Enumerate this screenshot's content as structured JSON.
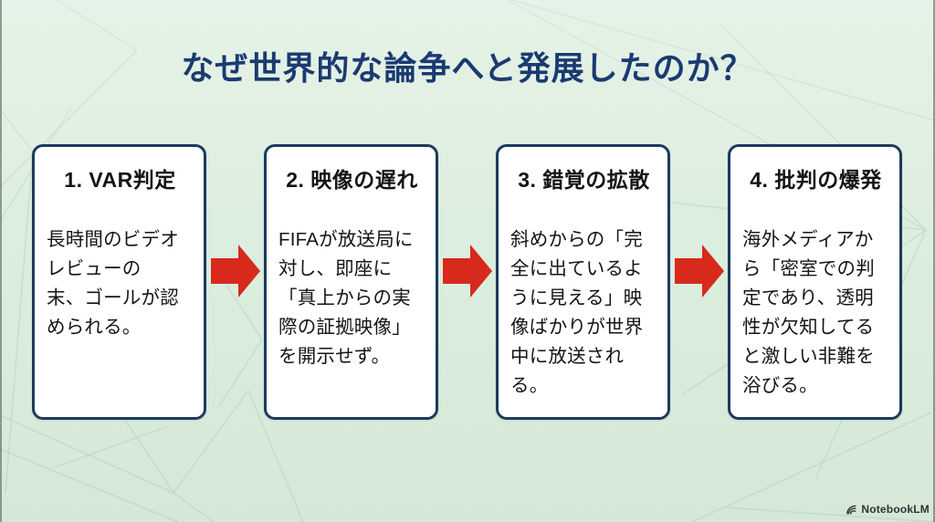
{
  "title": "なぜ世界的な論争へと発展したのか？",
  "steps": [
    {
      "heading": "1. VAR判定",
      "lines": [
        "長時間のビデオ",
        "レビューの",
        "末、ゴールが認",
        "められる。"
      ]
    },
    {
      "heading": "2. 映像の遅れ",
      "lines": [
        "FIFAが放送局に",
        "対し、即座に",
        "「真上からの実",
        "際の証拠映像」",
        "を開示せず。"
      ]
    },
    {
      "heading": "3. 錯覚の拡散",
      "lines": [
        "斜めからの「完",
        "全に出ているよ",
        "うに見える」映",
        "像ばかりが世界",
        "中に放送され",
        "る。"
      ]
    },
    {
      "heading": "4. 批判の爆発",
      "lines": [
        "海外メディアか",
        "ら「密室での判",
        "定であり、透明",
        "性が欠知してる",
        "と激しい非難を",
        "浴びる。"
      ]
    }
  ],
  "footer": {
    "brand": "NotebookLM"
  },
  "colors": {
    "background": "#dceede",
    "pattern_line": "#bcd6c4",
    "box_border": "#1e3a5f",
    "box_fill": "#ffffff",
    "title": "#1b3a72",
    "text": "#141414",
    "arrow": "#d8291d",
    "footer": "#2e3331"
  }
}
